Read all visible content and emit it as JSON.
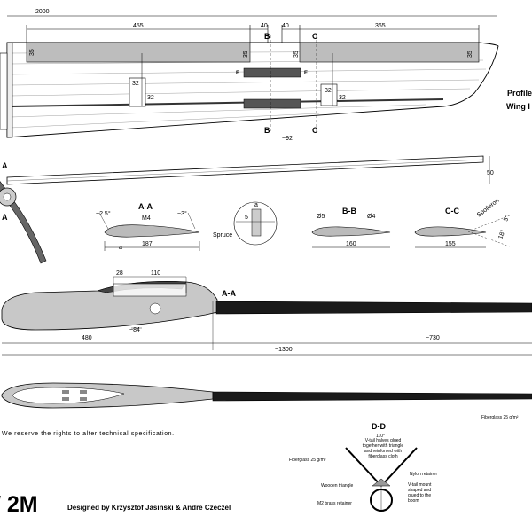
{
  "dimensions": {
    "span": "2000",
    "inner_panel": "455",
    "gap1": "40",
    "gap2": "40",
    "outer_panel": "365",
    "spar_left": "35",
    "spar_mid1": "35",
    "spar_mid2": "35",
    "spar_right": "35",
    "box1": "32",
    "box2": "32",
    "box3": "32",
    "box4": "32",
    "servo_dist": "~92",
    "wing_thickness": "50",
    "fuse_total": "~1300",
    "fuse_front": "480",
    "boom": "~730",
    "canopy_front": "28",
    "canopy_len": "110",
    "wing_pos": "~84",
    "aa_chord": "187",
    "bb_chord": "160",
    "cc_chord": "155",
    "spruce_a": "a",
    "spruce_5": "5",
    "dd_angle": "110°"
  },
  "sections": {
    "aa": "A-A",
    "bb": "B-B",
    "cc": "C-C",
    "dd": "D-D",
    "aa_fuse": "A-A"
  },
  "markers": {
    "a": "A",
    "b": "B",
    "c": "C",
    "e": "E"
  },
  "profile_labels": {
    "aa_left_angle": "~2.5°",
    "aa_right_angle": "~3°",
    "aa_m4": "M4",
    "aa_a": "a",
    "spruce": "Spruce",
    "bb_d5": "Ø5",
    "bb_d4": "Ø4",
    "cc_spoileron": "Spoileron",
    "cc_up": "5°",
    "cc_down": "18°"
  },
  "dd_labels": {
    "fiberglass_top": "Fiberglass 25 g/m²",
    "fiberglass_left": "Fiberglass 25 g/m²",
    "vtail_note": "V-tail halves glued together with triangle and reinforced with fiberglass cloth",
    "nylon": "Nylon retainer",
    "wooden": "Wooden triangle",
    "vtail_mount": "V-tail mount shaped and glued to the boom",
    "m2": "M2 brass retainer"
  },
  "side_text": {
    "profile": "Profile",
    "wing": "Wing I"
  },
  "notice": "We reserve the rights to alter technical specification.",
  "brand": "/ 2M",
  "credit": "Designed by Krzysztof Jasinski & Andre Czeczel",
  "colors": {
    "ink": "#000000",
    "panel": "#bdbdbd",
    "fuse": "#c8c8c8",
    "boom": "#1a1a1a"
  }
}
